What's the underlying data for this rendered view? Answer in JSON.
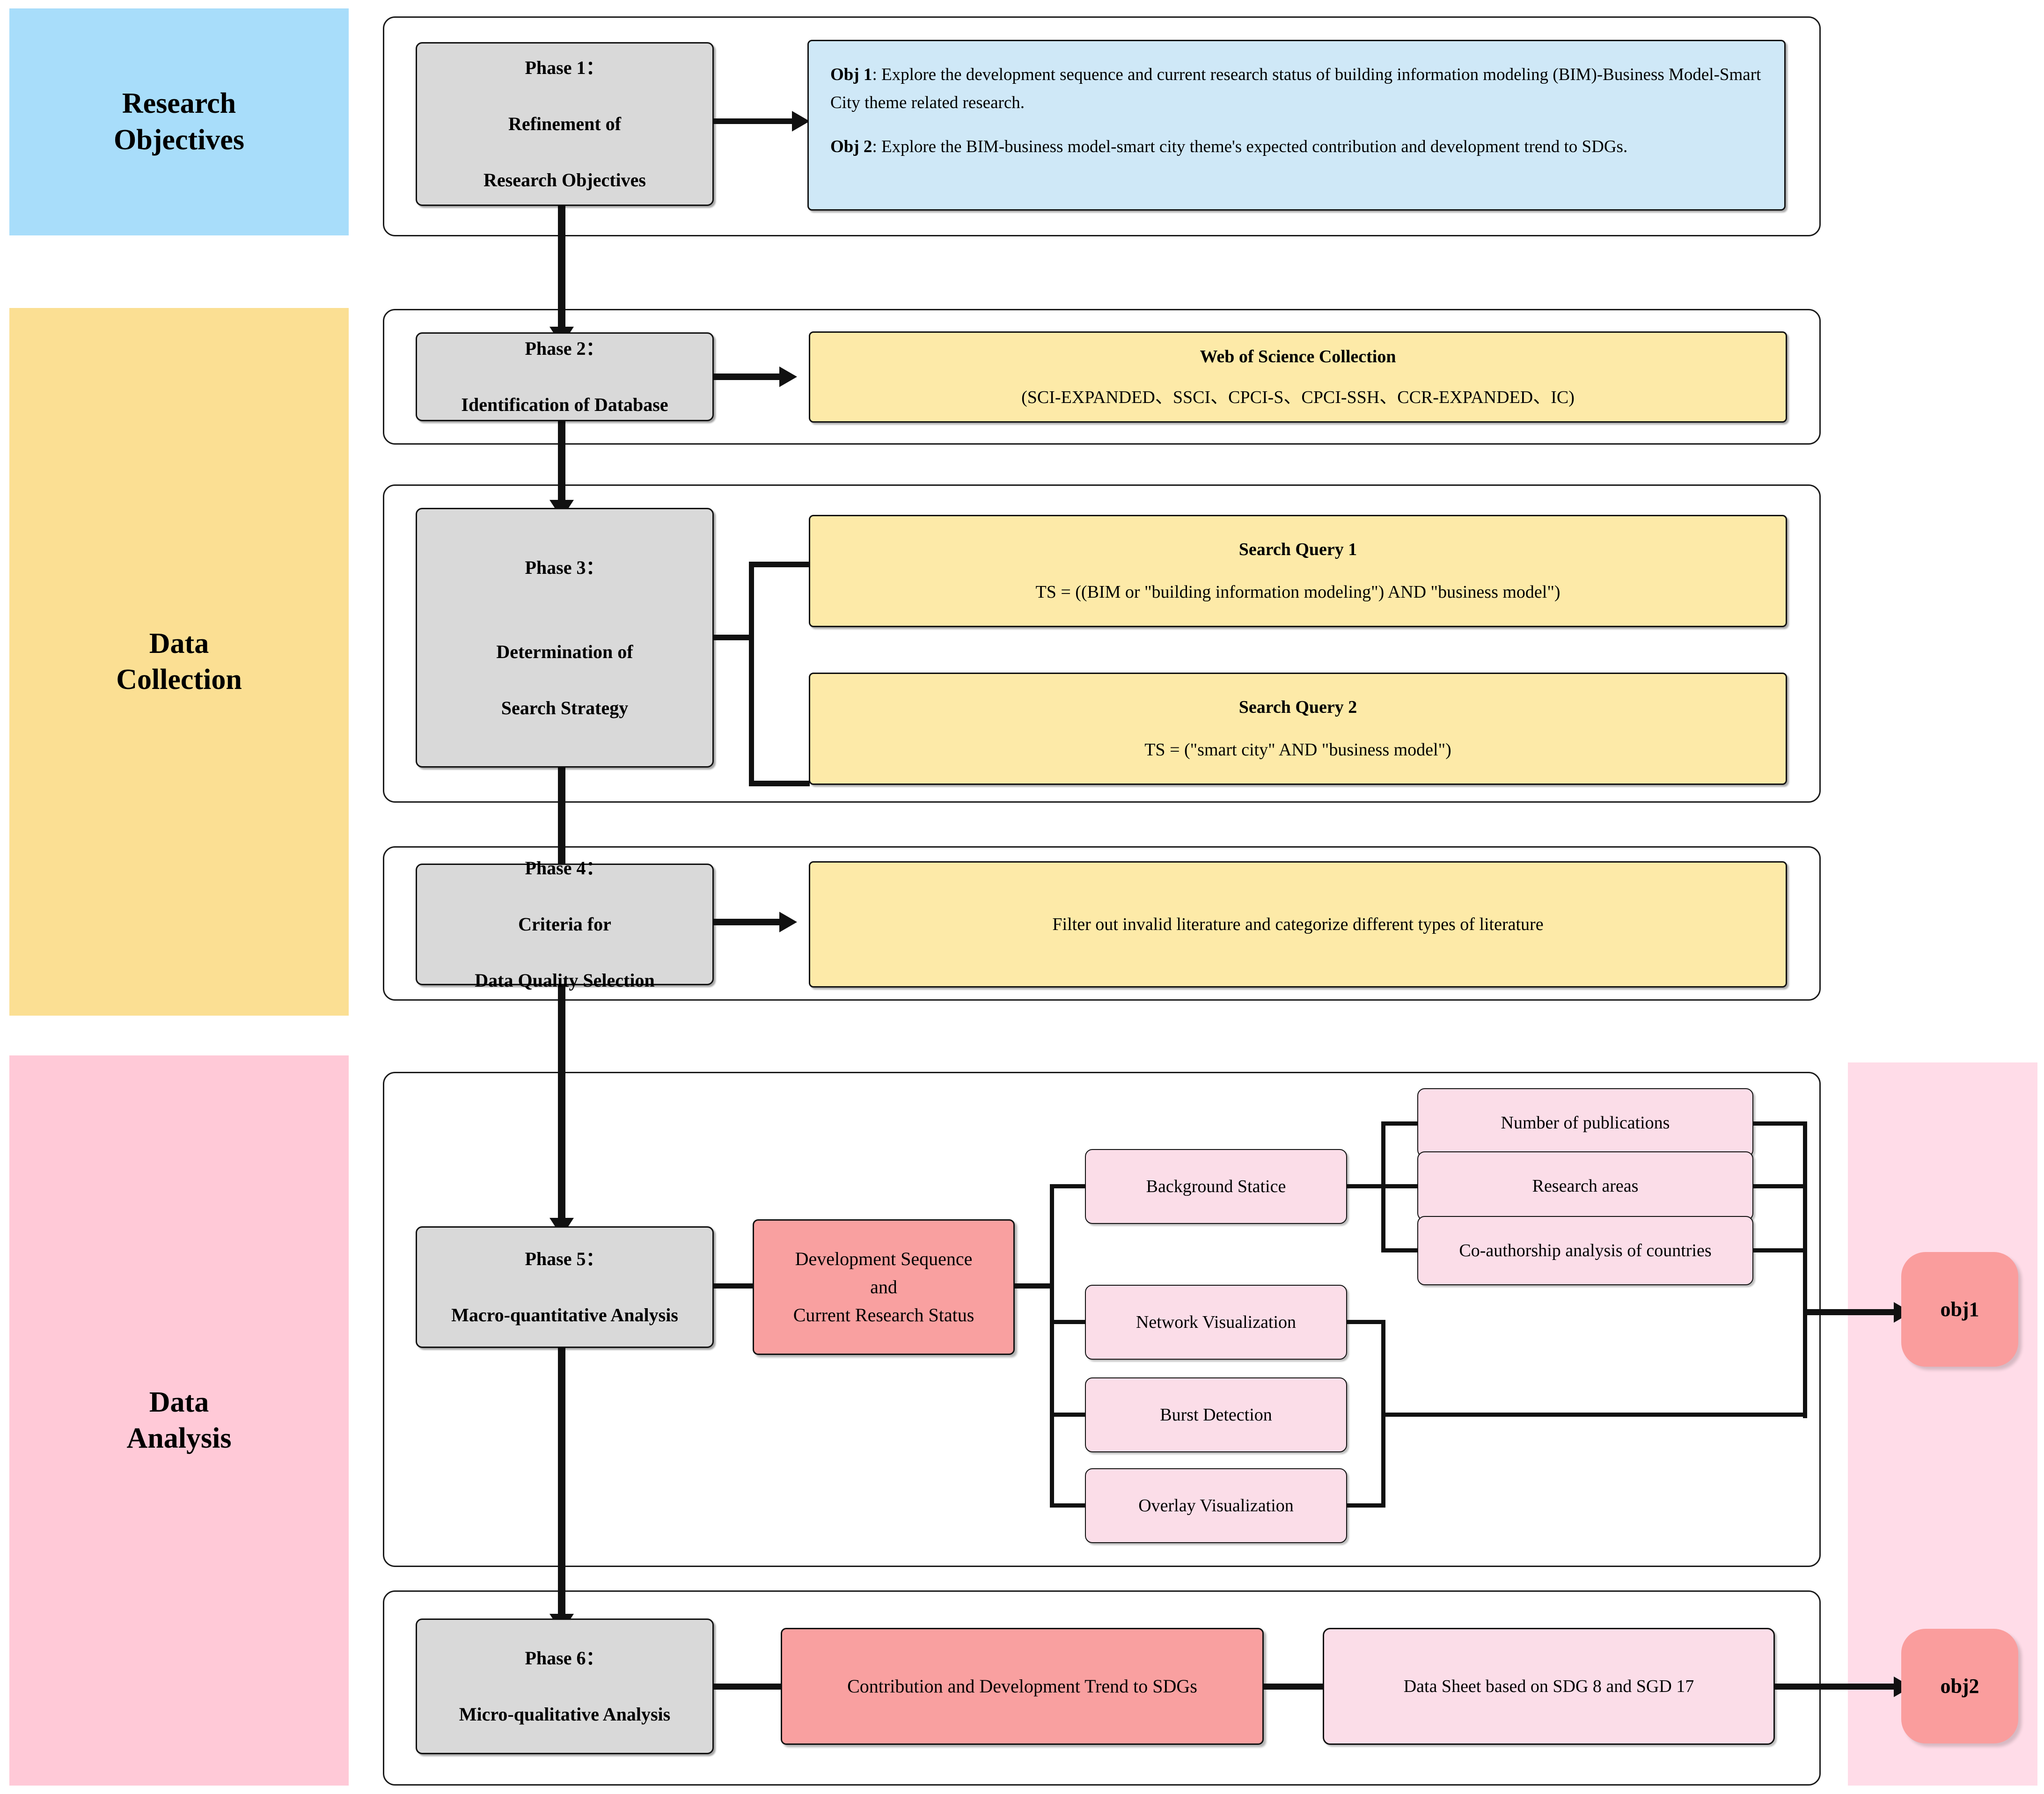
{
  "diagram": {
    "title": "Research methodology flowchart",
    "colors": {
      "band_objectives": "#a8ddfa",
      "band_collection": "#fbdf93",
      "band_analysis": "#ffc9d7",
      "phase_box": "#d9d9d9",
      "info_yellow": "#fdeaa8",
      "info_blue": "#cfe8f7",
      "pink_dark": "#f9a0a0",
      "pink_light": "#fbdde8",
      "obj_pill": "#fa9d9d",
      "obj_band": "#ffdce8",
      "line": "#111111"
    }
  },
  "bands": [
    {
      "id": "research-objectives",
      "label": "Research\nObjectives"
    },
    {
      "id": "data-collection",
      "label": "Data\nCollection"
    },
    {
      "id": "data-analysis",
      "label": "Data\nAnalysis"
    }
  ],
  "phases": [
    {
      "id": "phase-1",
      "label": "Phase 1：\n\nRefinement of\n\nResearch Objectives"
    },
    {
      "id": "phase-2",
      "label": "Phase 2：\n\nIdentification of Database"
    },
    {
      "id": "phase-3",
      "label": "Phase 3：\n\n\nDetermination of\n\nSearch Strategy"
    },
    {
      "id": "phase-4",
      "label": "Phase 4：\n\nCriteria for\n\nData Quality Selection"
    },
    {
      "id": "phase-5",
      "label": "Phase 5：\n\nMacro-quantitative Analysis"
    },
    {
      "id": "phase-6",
      "label": "Phase 6：\n\nMicro-qualitative Analysis"
    }
  ],
  "objectives": {
    "obj1_label": "Obj 1",
    "obj1_text": ": Explore the development sequence and current research status of  building information modeling (BIM)-Business Model-Smart City theme related research.",
    "obj2_label": "Obj 2",
    "obj2_text": ": Explore the BIM-business model-smart city theme's expected contribution and development trend to SDGs."
  },
  "database": {
    "title": "Web of Science Collection",
    "detail": "(SCI-EXPANDED、SSCI、CPCI-S、CPCI-SSH、CCR-EXPANDED、IC)"
  },
  "search_queries": [
    {
      "id": "search-query-1",
      "title": "Search Query 1",
      "query": "TS = ((BIM or \"building information modeling\") AND \"business model\")"
    },
    {
      "id": "search-query-2",
      "title": "Search Query 2",
      "query": "TS = (\"smart city\" AND \"business model\")"
    }
  ],
  "quality_criteria": {
    "text": "Filter out invalid literature and categorize different types of literature"
  },
  "analysis": {
    "theme": "Development Sequence\nand\nCurrent Research Status",
    "methods": [
      {
        "id": "background-statice",
        "label": "Background Statice"
      },
      {
        "id": "network-visualization",
        "label": "Network Visualization"
      },
      {
        "id": "burst-detection",
        "label": "Burst Detection"
      },
      {
        "id": "overlay-visualization",
        "label": "Overlay Visualization"
      }
    ],
    "background_items": [
      {
        "id": "number-of-publications",
        "label": "Number of publications"
      },
      {
        "id": "research-areas",
        "label": "Research areas"
      },
      {
        "id": "co-authorship",
        "label": "Co-authorship analysis of countries"
      }
    ]
  },
  "qualitative": {
    "theme": "Contribution and Development Trend to SDGs",
    "output": "Data Sheet based on SDG 8 and SGD 17"
  },
  "outcomes": [
    {
      "id": "obj1",
      "label": "obj1"
    },
    {
      "id": "obj2",
      "label": "obj2"
    }
  ]
}
